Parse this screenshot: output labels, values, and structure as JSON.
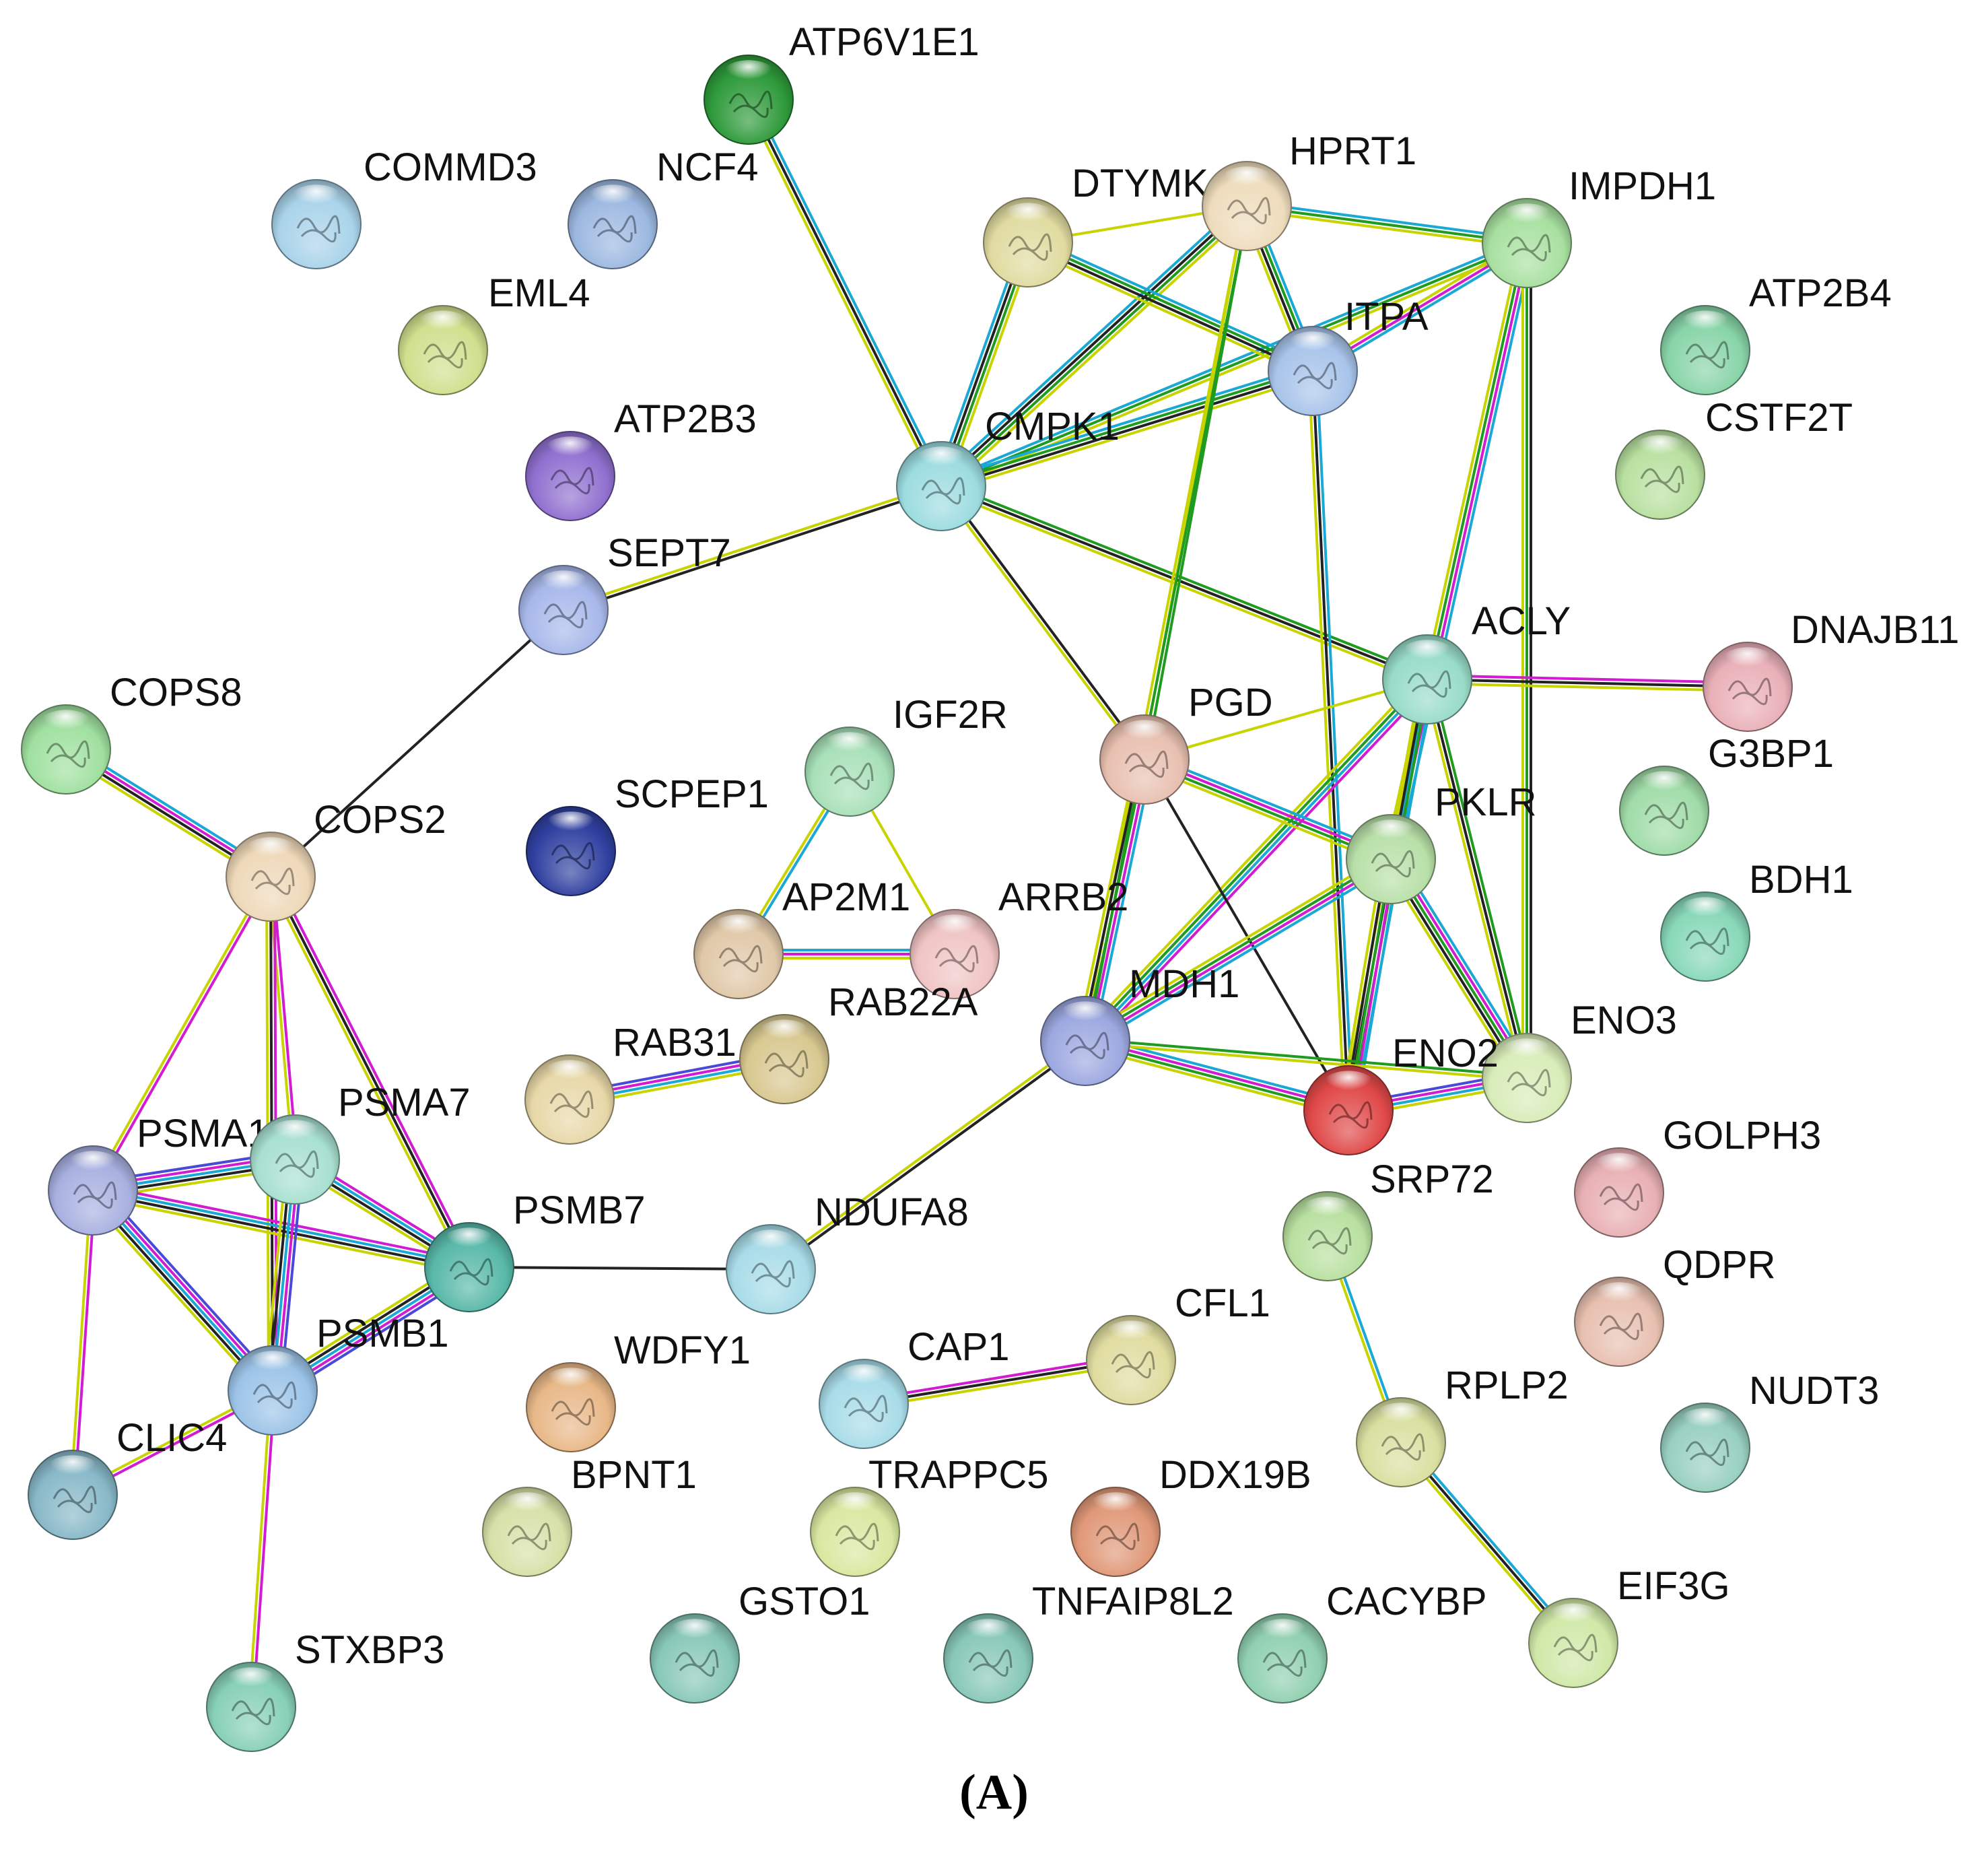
{
  "caption": "(A)",
  "edge_colors": {
    "textmining": "#c8d400",
    "coexpression": "#222222",
    "experiments": "#d21cd2",
    "databases": "#1aa8d4",
    "neighborhood": "#1f9b1f",
    "homology": "#4a4ad8",
    "fusion": "#e02020"
  },
  "nodes": [
    {
      "id": "ATP6V1E1",
      "label": "ATP6V1E1",
      "color": "#2e9a3a"
    },
    {
      "id": "COMMD3",
      "label": "COMMD3",
      "color": "#a9d3ea"
    },
    {
      "id": "NCF4",
      "label": "NCF4",
      "color": "#9cb8e0"
    },
    {
      "id": "EML4",
      "label": "EML4",
      "color": "#cfe08e"
    },
    {
      "id": "DTYMK",
      "label": "DTYMK",
      "color": "#e0dba0"
    },
    {
      "id": "HPRT1",
      "label": "HPRT1",
      "color": "#eedcbc"
    },
    {
      "id": "IMPDH1",
      "label": "IMPDH1",
      "color": "#a8e0a0"
    },
    {
      "id": "ITPA",
      "label": "ITPA",
      "color": "#a8c4ea"
    },
    {
      "id": "ATP2B4",
      "label": "ATP2B4",
      "color": "#88d4a8"
    },
    {
      "id": "CSTF2T",
      "label": "CSTF2T",
      "color": "#b8e0a0"
    },
    {
      "id": "ATP2B3",
      "label": "ATP2B3",
      "color": "#9070d0"
    },
    {
      "id": "CMPK1",
      "label": "CMPK1",
      "color": "#9cdce0"
    },
    {
      "id": "SEPT7",
      "label": "SEPT7",
      "color": "#a8b8ea"
    },
    {
      "id": "ACLY",
      "label": "ACLY",
      "color": "#98dcc8"
    },
    {
      "id": "DNAJB11",
      "label": "DNAJB11",
      "color": "#eab0b8"
    },
    {
      "id": "COPS8",
      "label": "COPS8",
      "color": "#a0e0a0"
    },
    {
      "id": "G3BP1",
      "label": "G3BP1",
      "color": "#a0dca8"
    },
    {
      "id": "IGF2R",
      "label": "IGF2R",
      "color": "#a8e0b8"
    },
    {
      "id": "PGD",
      "label": "PGD",
      "color": "#e8c0b0"
    },
    {
      "id": "SCPEP1",
      "label": "SCPEP1",
      "color": "#3040a0"
    },
    {
      "id": "COPS2",
      "label": "COPS2",
      "color": "#eed8b8"
    },
    {
      "id": "PKLR",
      "label": "PKLR",
      "color": "#b8e0a8"
    },
    {
      "id": "BDH1",
      "label": "BDH1",
      "color": "#88d8b8"
    },
    {
      "id": "AP2M1",
      "label": "AP2M1",
      "color": "#e0c8a8"
    },
    {
      "id": "ARRB2",
      "label": "ARRB2",
      "color": "#f0c4c4"
    },
    {
      "id": "RAB22A",
      "label": "RAB22A",
      "color": "#d8c890"
    },
    {
      "id": "MDH1",
      "label": "MDH1",
      "color": "#9ca8e0"
    },
    {
      "id": "ENO3",
      "label": "ENO3",
      "color": "#d8ecb8"
    },
    {
      "id": "RAB31",
      "label": "RAB31",
      "color": "#e8d8a8"
    },
    {
      "id": "ENO2",
      "label": "ENO2",
      "color": "#e04848"
    },
    {
      "id": "PSMA1",
      "label": "PSMA1",
      "color": "#a8b0e0"
    },
    {
      "id": "PSMA7",
      "label": "PSMA7",
      "color": "#a8e0d0"
    },
    {
      "id": "GOLPH3",
      "label": "GOLPH3",
      "color": "#e8b0b4"
    },
    {
      "id": "SRP72",
      "label": "SRP72",
      "color": "#b8e0a0"
    },
    {
      "id": "PSMB7",
      "label": "PSMB7",
      "color": "#58b8a8"
    },
    {
      "id": "NDUFA8",
      "label": "NDUFA8",
      "color": "#a8dce8"
    },
    {
      "id": "QDPR",
      "label": "QDPR",
      "color": "#e8c0b0"
    },
    {
      "id": "CFL1",
      "label": "CFL1",
      "color": "#e0dca0"
    },
    {
      "id": "PSMB1",
      "label": "PSMB1",
      "color": "#9cc4e8"
    },
    {
      "id": "WDFY1",
      "label": "WDFY1",
      "color": "#e8b888"
    },
    {
      "id": "CAP1",
      "label": "CAP1",
      "color": "#a8dce8"
    },
    {
      "id": "RPLP2",
      "label": "RPLP2",
      "color": "#d8e0a0"
    },
    {
      "id": "NUDT3",
      "label": "NUDT3",
      "color": "#98d0c0"
    },
    {
      "id": "CLIC4",
      "label": "CLIC4",
      "color": "#88b8c8"
    },
    {
      "id": "BPNT1",
      "label": "BPNT1",
      "color": "#d8e0a8"
    },
    {
      "id": "TRAPPC5",
      "label": "TRAPPC5",
      "color": "#d8e8a0"
    },
    {
      "id": "DDX19B",
      "label": "DDX19B",
      "color": "#e09878"
    },
    {
      "id": "GSTO1",
      "label": "GSTO1",
      "color": "#88c8b8"
    },
    {
      "id": "TNFAIP8L2",
      "label": "TNFAIP8L2",
      "color": "#88c8b8"
    },
    {
      "id": "CACYBP",
      "label": "CACYBP",
      "color": "#90d0b0"
    },
    {
      "id": "EIF3G",
      "label": "EIF3G",
      "color": "#d0e8a8"
    },
    {
      "id": "STXBP3",
      "label": "STXBP3",
      "color": "#88d0b8"
    }
  ],
  "edges": [
    {
      "source": "ATP6V1E1",
      "target": "CMPK1",
      "types": [
        "databases",
        "coexpression",
        "textmining"
      ]
    },
    {
      "source": "CMPK1",
      "target": "DTYMK",
      "types": [
        "databases",
        "coexpression",
        "neighborhood",
        "textmining"
      ]
    },
    {
      "source": "CMPK1",
      "target": "HPRT1",
      "types": [
        "databases",
        "coexpression",
        "neighborhood",
        "textmining"
      ]
    },
    {
      "source": "CMPK1",
      "target": "IMPDH1",
      "types": [
        "databases",
        "neighborhood",
        "textmining"
      ]
    },
    {
      "source": "CMPK1",
      "target": "ITPA",
      "types": [
        "databases",
        "neighborhood",
        "coexpression",
        "textmining"
      ]
    },
    {
      "source": "CMPK1",
      "target": "SEPT7",
      "types": [
        "coexpression",
        "textmining"
      ]
    },
    {
      "source": "CMPK1",
      "target": "ACLY",
      "types": [
        "neighborhood",
        "coexpression",
        "textmining"
      ]
    },
    {
      "source": "CMPK1",
      "target": "PGD",
      "types": [
        "coexpression",
        "textmining"
      ]
    },
    {
      "source": "DTYMK",
      "target": "HPRT1",
      "types": [
        "textmining"
      ]
    },
    {
      "source": "DTYMK",
      "target": "ITPA",
      "types": [
        "databases",
        "neighborhood",
        "coexpression",
        "textmining"
      ]
    },
    {
      "source": "HPRT1",
      "target": "IMPDH1",
      "types": [
        "databases",
        "neighborhood",
        "textmining"
      ]
    },
    {
      "source": "HPRT1",
      "target": "ITPA",
      "types": [
        "databases",
        "neighborhood",
        "coexpression",
        "textmining"
      ]
    },
    {
      "source": "HPRT1",
      "target": "PGD",
      "types": [
        "neighborhood",
        "textmining"
      ]
    },
    {
      "source": "HPRT1",
      "target": "MDH1",
      "types": [
        "neighborhood",
        "textmining"
      ]
    },
    {
      "source": "IMPDH1",
      "target": "ITPA",
      "types": [
        "databases",
        "experiments",
        "textmining"
      ]
    },
    {
      "source": "IMPDH1",
      "target": "PKLR",
      "types": [
        "databases",
        "experiments",
        "neighborhood",
        "textmining"
      ]
    },
    {
      "source": "IMPDH1",
      "target": "ENO3",
      "types": [
        "coexpression",
        "neighborhood",
        "textmining"
      ]
    },
    {
      "source": "ITPA",
      "target": "ENO2",
      "types": [
        "databases",
        "coexpression",
        "textmining"
      ]
    },
    {
      "source": "SEPT7",
      "target": "COPS2",
      "types": [
        "coexpression"
      ]
    },
    {
      "source": "ACLY",
      "target": "DNAJB11",
      "types": [
        "experiments",
        "coexpression",
        "textmining"
      ]
    },
    {
      "source": "ACLY",
      "target": "PGD",
      "types": [
        "textmining"
      ]
    },
    {
      "source": "ACLY",
      "target": "PKLR",
      "types": [
        "databases",
        "textmining"
      ]
    },
    {
      "source": "ACLY",
      "target": "MDH1",
      "types": [
        "experiments",
        "databases",
        "neighborhood",
        "textmining"
      ]
    },
    {
      "source": "ACLY",
      "target": "ENO2",
      "types": [
        "databases",
        "neighborhood",
        "coexpression",
        "textmining"
      ]
    },
    {
      "source": "ACLY",
      "target": "ENO3",
      "types": [
        "neighborhood",
        "coexpression",
        "textmining"
      ]
    },
    {
      "source": "PGD",
      "target": "PKLR",
      "types": [
        "databases",
        "experiments",
        "neighborhood",
        "textmining"
      ]
    },
    {
      "source": "PGD",
      "target": "MDH1",
      "types": [
        "databases",
        "experiments",
        "neighborhood",
        "coexpression",
        "textmining"
      ]
    },
    {
      "source": "PGD",
      "target": "ENO2",
      "types": [
        "coexpression"
      ]
    },
    {
      "source": "PKLR",
      "target": "MDH1",
      "types": [
        "databases",
        "experiments",
        "neighborhood",
        "textmining"
      ]
    },
    {
      "source": "PKLR",
      "target": "ENO2",
      "types": [
        "databases",
        "experiments",
        "neighborhood",
        "coexpression",
        "textmining"
      ]
    },
    {
      "source": "PKLR",
      "target": "ENO3",
      "types": [
        "databases",
        "experiments",
        "neighborhood",
        "coexpression",
        "textmining"
      ]
    },
    {
      "source": "MDH1",
      "target": "ENO2",
      "types": [
        "databases",
        "experiments",
        "neighborhood",
        "textmining"
      ]
    },
    {
      "source": "MDH1",
      "target": "ENO3",
      "types": [
        "neighborhood",
        "textmining"
      ]
    },
    {
      "source": "MDH1",
      "target": "NDUFA8",
      "types": [
        "coexpression",
        "textmining"
      ]
    },
    {
      "source": "ENO2",
      "target": "ENO3",
      "types": [
        "homology",
        "experiments",
        "databases",
        "textmining"
      ]
    },
    {
      "source": "COPS8",
      "target": "COPS2",
      "types": [
        "databases",
        "experiments",
        "coexpression",
        "textmining"
      ]
    },
    {
      "source": "COPS2",
      "target": "PSMA1",
      "types": [
        "experiments",
        "textmining"
      ]
    },
    {
      "source": "COPS2",
      "target": "PSMA7",
      "types": [
        "experiments",
        "textmining"
      ]
    },
    {
      "source": "COPS2",
      "target": "PSMB7",
      "types": [
        "experiments",
        "coexpression",
        "textmining"
      ]
    },
    {
      "source": "COPS2",
      "target": "PSMB1",
      "types": [
        "experiments",
        "coexpression",
        "textmining"
      ]
    },
    {
      "source": "IGF2R",
      "target": "AP2M1",
      "types": [
        "databases",
        "textmining"
      ]
    },
    {
      "source": "IGF2R",
      "target": "ARRB2",
      "types": [
        "textmining"
      ]
    },
    {
      "source": "AP2M1",
      "target": "ARRB2",
      "types": [
        "databases",
        "experiments",
        "textmining"
      ]
    },
    {
      "source": "RAB31",
      "target": "RAB22A",
      "types": [
        "homology",
        "experiments",
        "databases",
        "textmining"
      ]
    },
    {
      "source": "PSMA1",
      "target": "PSMA7",
      "types": [
        "homology",
        "experiments",
        "databases",
        "coexpression",
        "textmining"
      ]
    },
    {
      "source": "PSMA1",
      "target": "PSMB7",
      "types": [
        "experiments",
        "databases",
        "coexpression",
        "textmining"
      ]
    },
    {
      "source": "PSMA1",
      "target": "PSMB1",
      "types": [
        "homology",
        "experiments",
        "databases",
        "coexpression",
        "textmining"
      ]
    },
    {
      "source": "PSMA1",
      "target": "CLIC4",
      "types": [
        "experiments",
        "textmining"
      ]
    },
    {
      "source": "PSMA7",
      "target": "PSMB7",
      "types": [
        "experiments",
        "databases",
        "coexpression",
        "textmining"
      ]
    },
    {
      "source": "PSMA7",
      "target": "PSMB1",
      "types": [
        "homology",
        "experiments",
        "databases",
        "coexpression",
        "textmining"
      ]
    },
    {
      "source": "PSMB7",
      "target": "PSMB1",
      "types": [
        "homology",
        "experiments",
        "databases",
        "coexpression",
        "textmining"
      ]
    },
    {
      "source": "PSMB7",
      "target": "NDUFA8",
      "types": [
        "coexpression"
      ]
    },
    {
      "source": "PSMB1",
      "target": "CLIC4",
      "types": [
        "experiments",
        "textmining"
      ]
    },
    {
      "source": "PSMB1",
      "target": "STXBP3",
      "types": [
        "experiments",
        "textmining"
      ]
    },
    {
      "source": "CAP1",
      "target": "CFL1",
      "types": [
        "experiments",
        "coexpression",
        "textmining"
      ]
    },
    {
      "source": "SRP72",
      "target": "RPLP2",
      "types": [
        "databases",
        "textmining"
      ]
    },
    {
      "source": "RPLP2",
      "target": "EIF3G",
      "types": [
        "databases",
        "coexpression",
        "textmining"
      ]
    }
  ]
}
